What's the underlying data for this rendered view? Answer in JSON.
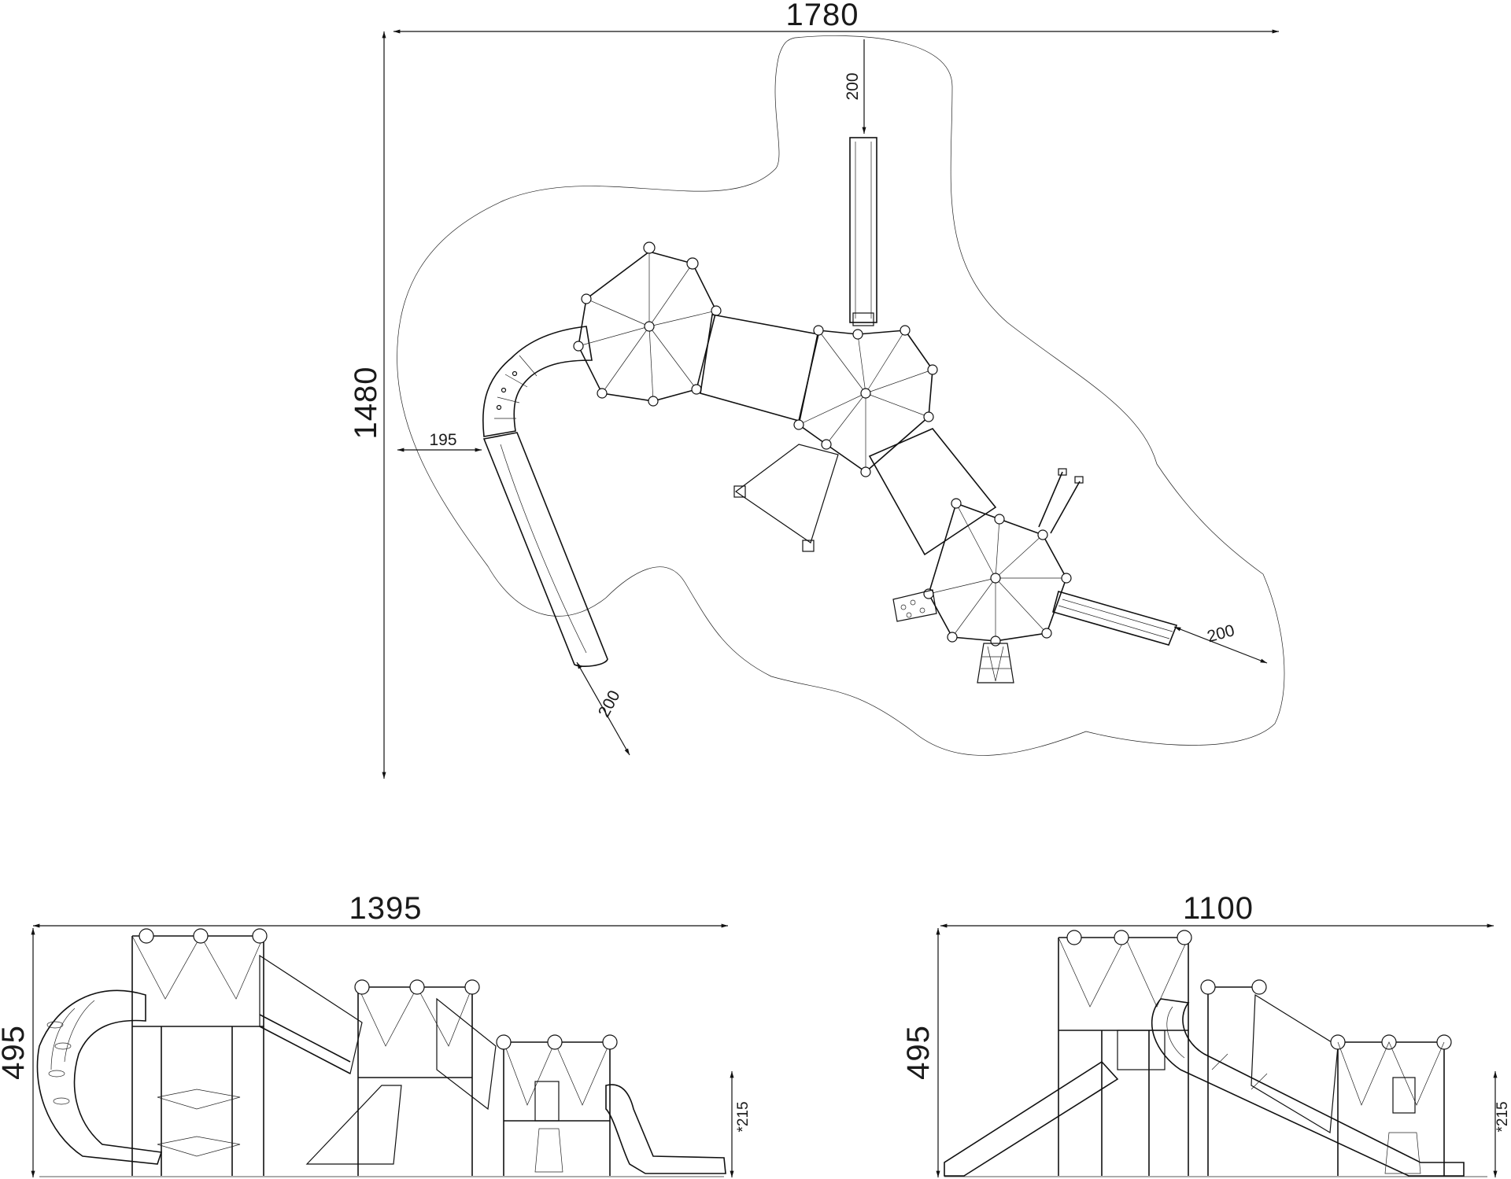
{
  "plan_view": {
    "dim_width": "1780",
    "dim_height": "1480",
    "dim_slide_top": "200",
    "dim_left": "195",
    "dim_slide_right": "200",
    "dim_tube_bottom": "200"
  },
  "front_elevation": {
    "dim_width": "1395",
    "dim_height": "495",
    "dim_platform": "*215"
  },
  "side_elevation": {
    "dim_width": "1100",
    "dim_height": "495",
    "dim_platform": "*215"
  }
}
